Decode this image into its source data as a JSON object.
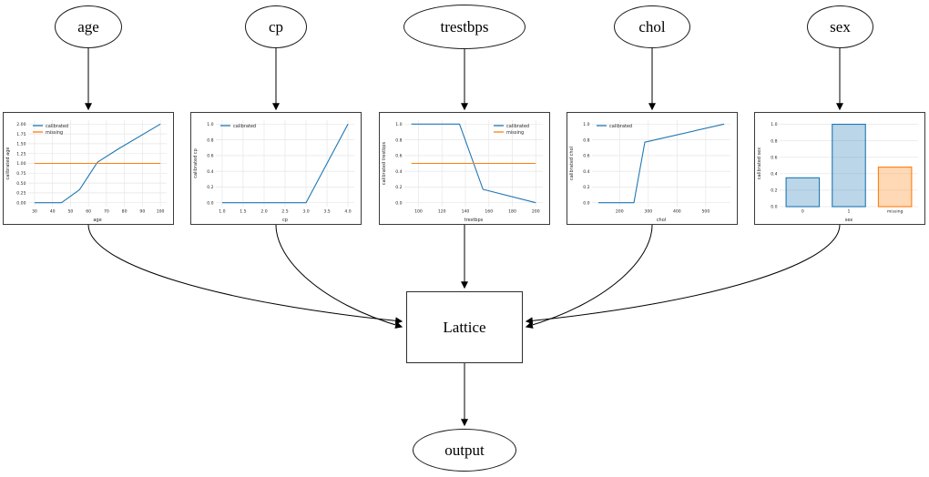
{
  "diagram": {
    "input_nodes": [
      {
        "label": "age"
      },
      {
        "label": "cp"
      },
      {
        "label": "trestbps"
      },
      {
        "label": "chol"
      },
      {
        "label": "sex"
      }
    ],
    "lattice_label": "Lattice",
    "output_label": "output"
  },
  "colors": {
    "calibrated": "#1f77b4",
    "missing": "#ff7f0e",
    "grid": "#e6e6e6",
    "tick_text": "#262626",
    "edge": "#000000"
  },
  "chart_data": [
    {
      "feature": "age",
      "type": "line",
      "xlabel": "age",
      "ylabel": "calibrated age",
      "xlim": [
        26.5,
        103.5
      ],
      "ylim": [
        -0.1,
        2.1
      ],
      "xticks": [
        30,
        40,
        50,
        60,
        70,
        80,
        90,
        100
      ],
      "xtick_labels": [
        "30",
        "40",
        "50",
        "60",
        "70",
        "80",
        "90",
        "100"
      ],
      "yticks": [
        0,
        0.25,
        0.5,
        0.75,
        1.0,
        1.25,
        1.5,
        1.75,
        2.0
      ],
      "ytick_labels": [
        "0.00",
        "0.25",
        "0.50",
        "0.75",
        "1.00",
        "1.25",
        "1.50",
        "1.75",
        "2.00"
      ],
      "legend": {
        "position": "upper-left",
        "entries": [
          "calibrated",
          "missing"
        ]
      },
      "series": [
        {
          "name": "calibrated",
          "color": "#1f77b4",
          "points": [
            [
              30,
              0
            ],
            [
              45,
              0
            ],
            [
              55,
              0.33
            ],
            [
              65,
              1.03
            ],
            [
              77,
              1.38
            ],
            [
              100,
              2.0
            ]
          ]
        },
        {
          "name": "missing",
          "color": "#ff7f0e",
          "points": [
            [
              30,
              1.0
            ],
            [
              100,
              1.0
            ]
          ]
        }
      ]
    },
    {
      "feature": "cp",
      "type": "line",
      "xlabel": "cp",
      "ylabel": "calibrated cp",
      "xlim": [
        0.85,
        4.15
      ],
      "ylim": [
        -0.05,
        1.05
      ],
      "xticks": [
        1.0,
        1.5,
        2.0,
        2.5,
        3.0,
        3.5,
        4.0
      ],
      "xtick_labels": [
        "1.0",
        "1.5",
        "2.0",
        "2.5",
        "3.0",
        "3.5",
        "4.0"
      ],
      "yticks": [
        0,
        0.2,
        0.4,
        0.6,
        0.8,
        1.0
      ],
      "ytick_labels": [
        "0.0",
        "0.2",
        "0.4",
        "0.6",
        "0.8",
        "1.0"
      ],
      "legend": {
        "position": "upper-left",
        "entries": [
          "calibrated"
        ]
      },
      "series": [
        {
          "name": "calibrated",
          "color": "#1f77b4",
          "points": [
            [
              1,
              0
            ],
            [
              3,
              0
            ],
            [
              4,
              1.0
            ]
          ]
        }
      ]
    },
    {
      "feature": "trestbps",
      "type": "line",
      "xlabel": "trestbps",
      "ylabel": "calibrated trestbps",
      "xlim": [
        88,
        206
      ],
      "ylim": [
        -0.05,
        1.05
      ],
      "xticks": [
        100,
        120,
        140,
        160,
        180,
        200
      ],
      "xtick_labels": [
        "100",
        "120",
        "140",
        "160",
        "180",
        "200"
      ],
      "yticks": [
        0,
        0.2,
        0.4,
        0.6,
        0.8,
        1.0
      ],
      "ytick_labels": [
        "0.0",
        "0.2",
        "0.4",
        "0.6",
        "0.8",
        "1.0"
      ],
      "legend": {
        "position": "upper-right",
        "entries": [
          "calibrated",
          "missing"
        ]
      },
      "series": [
        {
          "name": "calibrated",
          "color": "#1f77b4",
          "points": [
            [
              94,
              1.0
            ],
            [
              135,
              1.0
            ],
            [
              155,
              0.17
            ],
            [
              200,
              0.0
            ]
          ]
        },
        {
          "name": "missing",
          "color": "#ff7f0e",
          "points": [
            [
              94,
              0.5
            ],
            [
              200,
              0.5
            ]
          ]
        }
      ]
    },
    {
      "feature": "chol",
      "type": "line",
      "xlabel": "chol",
      "ylabel": "calibrated chol",
      "xlim": [
        104,
        586
      ],
      "ylim": [
        -0.05,
        1.05
      ],
      "xticks": [
        200,
        300,
        400,
        500
      ],
      "xtick_labels": [
        "200",
        "300",
        "400",
        "500"
      ],
      "yticks": [
        0,
        0.2,
        0.4,
        0.6,
        0.8,
        1.0
      ],
      "ytick_labels": [
        "0.0",
        "0.2",
        "0.4",
        "0.6",
        "0.8",
        "1.0"
      ],
      "legend": {
        "position": "upper-left",
        "entries": [
          "calibrated"
        ]
      },
      "series": [
        {
          "name": "calibrated",
          "color": "#1f77b4",
          "points": [
            [
              126,
              0
            ],
            [
              250,
              0
            ],
            [
              288,
              0.77
            ],
            [
              564,
              1.0
            ]
          ]
        }
      ]
    },
    {
      "feature": "sex",
      "type": "bar",
      "xlabel": "sex",
      "ylabel": "calibrated sex",
      "ylim": [
        0,
        1.05
      ],
      "yticks": [
        0,
        0.2,
        0.4,
        0.6,
        0.8,
        1.0
      ],
      "ytick_labels": [
        "0.0",
        "0.2",
        "0.4",
        "0.6",
        "0.8",
        "1.0"
      ],
      "categories": [
        "0",
        "1",
        "missing"
      ],
      "values": [
        0.35,
        1.0,
        0.48
      ],
      "bar_colors": [
        "#1f77b4",
        "#1f77b4",
        "#ff7f0e"
      ]
    }
  ]
}
